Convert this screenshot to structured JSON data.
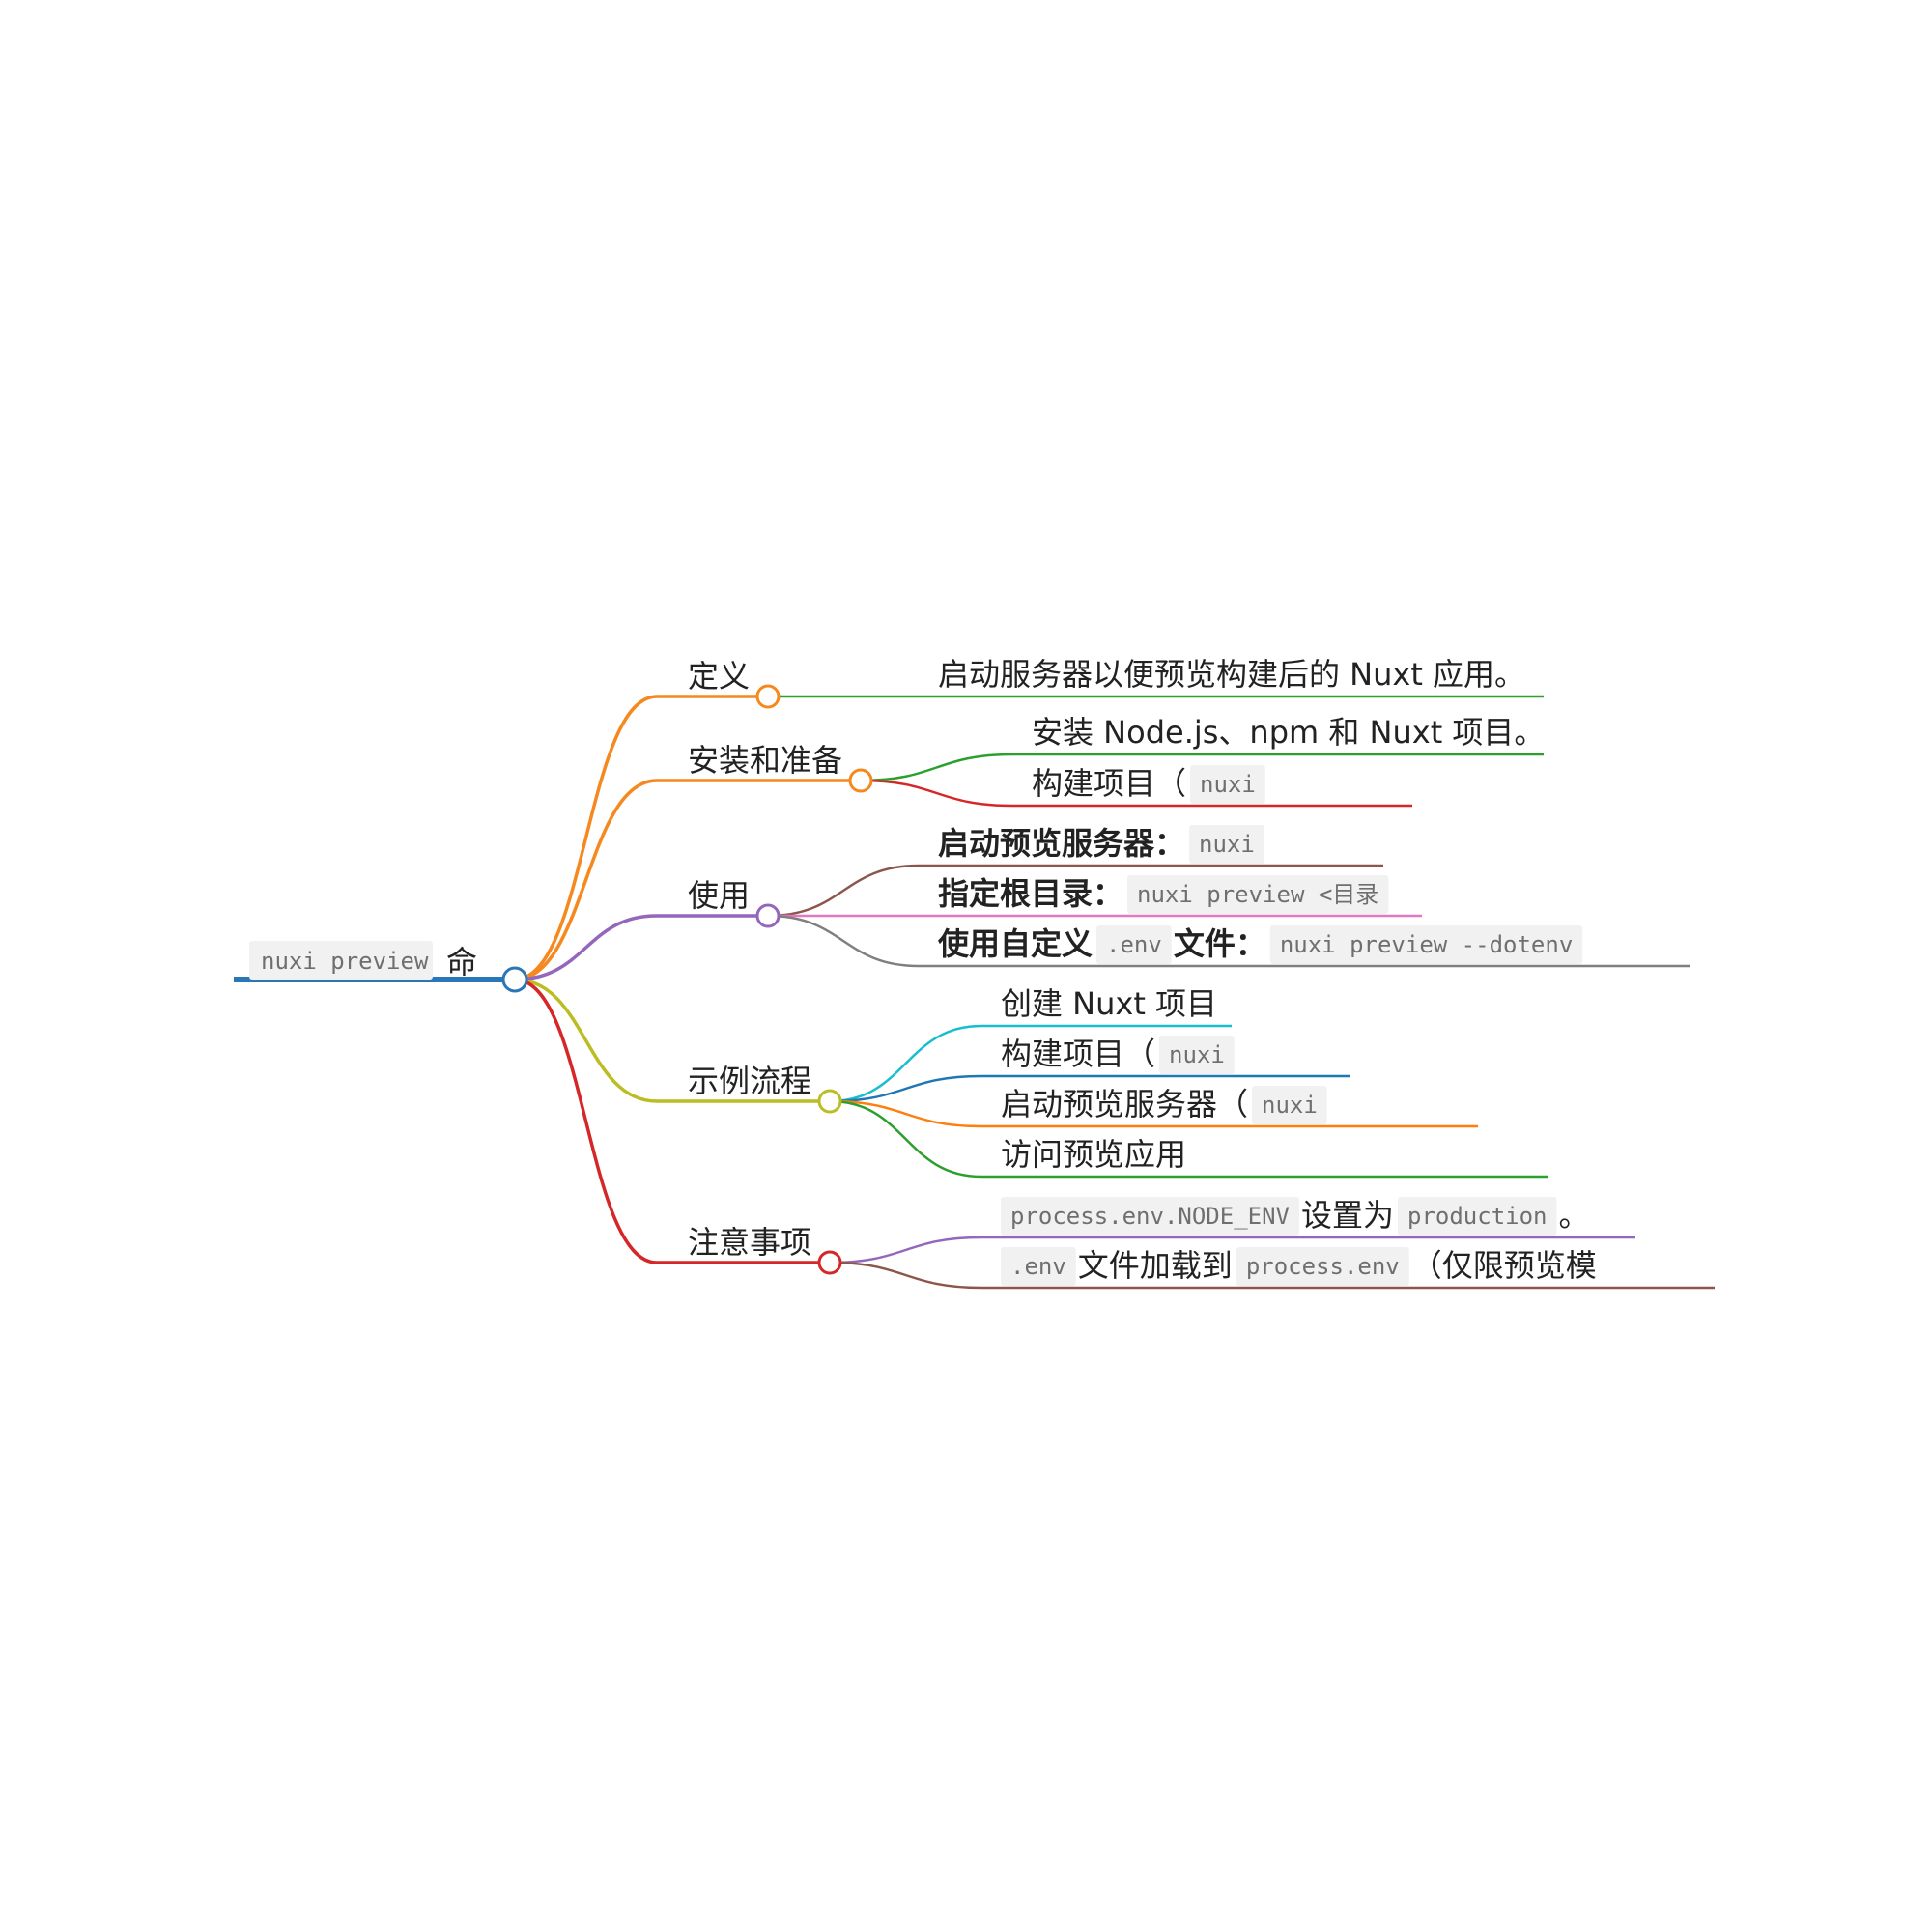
{
  "root": {
    "code": "nuxi preview",
    "text": "命",
    "color": "#2a77b8"
  },
  "branches": [
    {
      "label": "定义",
      "color": "#f5891f",
      "children": [
        {
          "segments": [
            {
              "t": "text",
              "v": "启动服务器以便预览构建后的 Nuxt 应用。"
            }
          ],
          "color": "#2ca02c",
          "bold": false
        }
      ]
    },
    {
      "label": "安装和准备",
      "color": "#f5891f",
      "children": [
        {
          "segments": [
            {
              "t": "text",
              "v": "安装 Node.js、npm 和 Nuxt 项目。"
            }
          ],
          "color": "#2ca02c",
          "bold": false
        },
        {
          "segments": [
            {
              "t": "text",
              "v": "构建项目（"
            },
            {
              "t": "code",
              "v": "nuxi"
            }
          ],
          "color": "#d62728",
          "bold": false
        }
      ]
    },
    {
      "label": "使用",
      "color": "#9467bd",
      "children": [
        {
          "segments": [
            {
              "t": "text",
              "v": "启动预览服务器："
            },
            {
              "t": "code",
              "v": "nuxi"
            }
          ],
          "color": "#8c564b",
          "bold": true
        },
        {
          "segments": [
            {
              "t": "text",
              "v": "指定根目录："
            },
            {
              "t": "code",
              "v": "nuxi preview <目录"
            }
          ],
          "color": "#e377c2",
          "bold": true
        },
        {
          "segments": [
            {
              "t": "text",
              "v": "使用自定义 "
            },
            {
              "t": "code",
              "v": ".env"
            },
            {
              "t": "text",
              "v": " 文件："
            },
            {
              "t": "code",
              "v": "nuxi preview --dotenv"
            }
          ],
          "color": "#7f7f7f",
          "bold": true
        }
      ]
    },
    {
      "label": "示例流程",
      "color": "#bcbd22",
      "children": [
        {
          "segments": [
            {
              "t": "text",
              "v": "创建 Nuxt 项目"
            }
          ],
          "color": "#17becf",
          "bold": false
        },
        {
          "segments": [
            {
              "t": "text",
              "v": "构建项目（"
            },
            {
              "t": "code",
              "v": "nuxi"
            }
          ],
          "color": "#1f77b4",
          "bold": false
        },
        {
          "segments": [
            {
              "t": "text",
              "v": "启动预览服务器（"
            },
            {
              "t": "code",
              "v": "nuxi"
            }
          ],
          "color": "#ff7f0e",
          "bold": false
        },
        {
          "segments": [
            {
              "t": "text",
              "v": "访问预览应用"
            }
          ],
          "color": "#2ca02c",
          "bold": false
        }
      ]
    },
    {
      "label": "注意事项",
      "color": "#d62728",
      "children": [
        {
          "segments": [
            {
              "t": "code",
              "v": "process.env.NODE_ENV"
            },
            {
              "t": "text",
              "v": " 设置为 "
            },
            {
              "t": "code",
              "v": "production"
            },
            {
              "t": "text",
              "v": " 。"
            }
          ],
          "color": "#9467bd",
          "bold": false
        },
        {
          "segments": [
            {
              "t": "code",
              "v": ".env"
            },
            {
              "t": "text",
              "v": " 文件加载到 "
            },
            {
              "t": "code",
              "v": "process.env"
            },
            {
              "t": "text",
              "v": " （仅限预览模"
            }
          ],
          "color": "#8c564b",
          "bold": false
        }
      ]
    }
  ]
}
